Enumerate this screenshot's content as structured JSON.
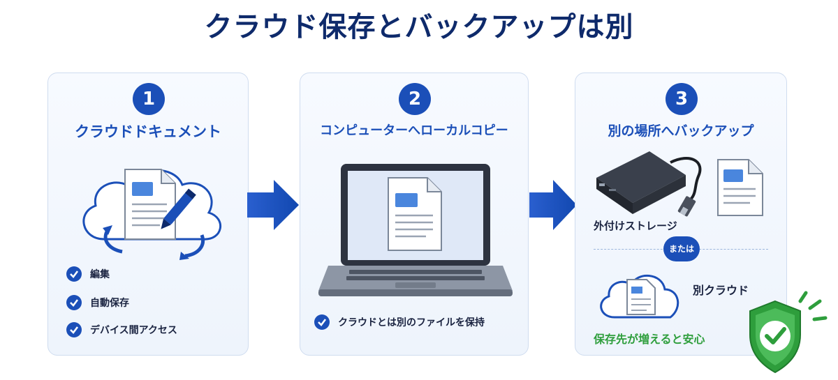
{
  "title": "クラウド保存とバックアップは別",
  "steps": [
    {
      "number": "1",
      "title": "クラウドドキュメント",
      "checks": [
        "編集",
        "自動保存",
        "デバイス間アクセス"
      ]
    },
    {
      "number": "2",
      "title": "コンピューターへローカルコピー",
      "checks": [
        "クラウドとは別のファイルを保持"
      ]
    },
    {
      "number": "3",
      "title": "別の場所へバックアップ",
      "external_storage_label": "外付けストレージ",
      "or_label": "または",
      "other_cloud_label": "別クラウド",
      "footer": "保存先が増えると安心"
    }
  ],
  "colors": {
    "primary": "#1b4fb8",
    "title": "#0e2a6b",
    "success": "#2e9e3c"
  },
  "icons": [
    "cloud-document-icon",
    "pencil-icon",
    "sync-arrows-icon",
    "laptop-icon",
    "document-icon",
    "external-drive-icon",
    "cloud-icon",
    "shield-check-icon"
  ]
}
